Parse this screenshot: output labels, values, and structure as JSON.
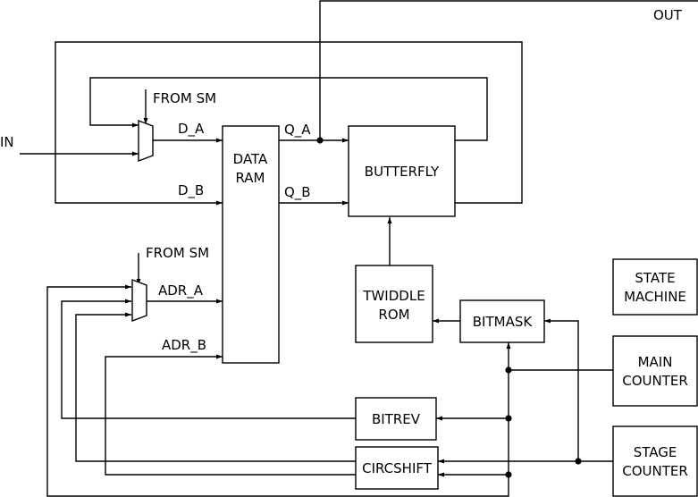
{
  "blocks": {
    "data_ram": [
      "DATA",
      "RAM"
    ],
    "butterfly": [
      "BUTTERFLY"
    ],
    "twiddle_rom": [
      "TWIDDLE",
      "ROM"
    ],
    "bitmask": [
      "BITMASK"
    ],
    "state_machine": [
      "STATE",
      "MACHINE"
    ],
    "main_counter": [
      "MAIN",
      "COUNTER"
    ],
    "stage_counter": [
      "STAGE",
      "COUNTER"
    ],
    "bitrev": [
      "BITREV"
    ],
    "circshift": [
      "CIRCSHIFT"
    ]
  },
  "signals": {
    "in": "IN",
    "out": "OUT",
    "from_sm_data": "FROM SM",
    "from_sm_addr": "FROM SM",
    "d_a": "D_A",
    "d_b": "D_B",
    "q_a": "Q_A",
    "q_b": "Q_B",
    "adr_a": "ADR_A",
    "adr_b": "ADR_B"
  }
}
